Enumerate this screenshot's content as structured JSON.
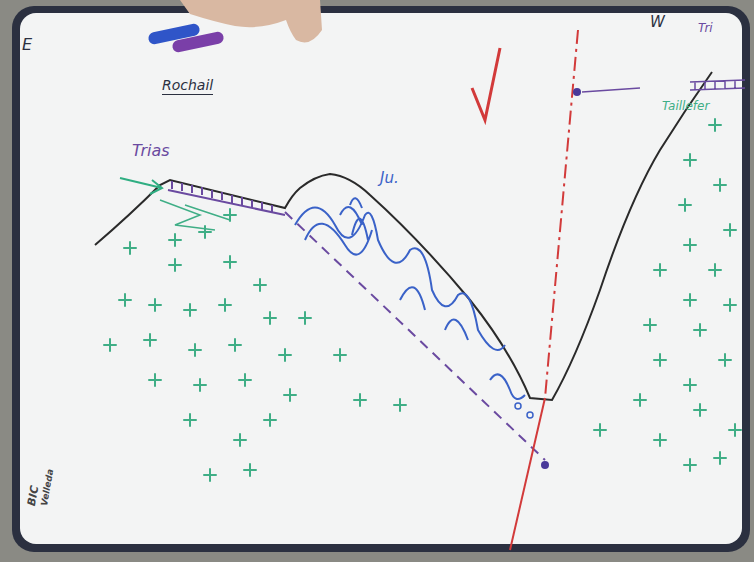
{
  "diagram": {
    "labels": [
      "E",
      "Rochail",
      "Trias",
      "Ju.",
      "W",
      "Tri",
      "Taillefer",
      "BIC",
      "Velleda"
    ]
  }
}
